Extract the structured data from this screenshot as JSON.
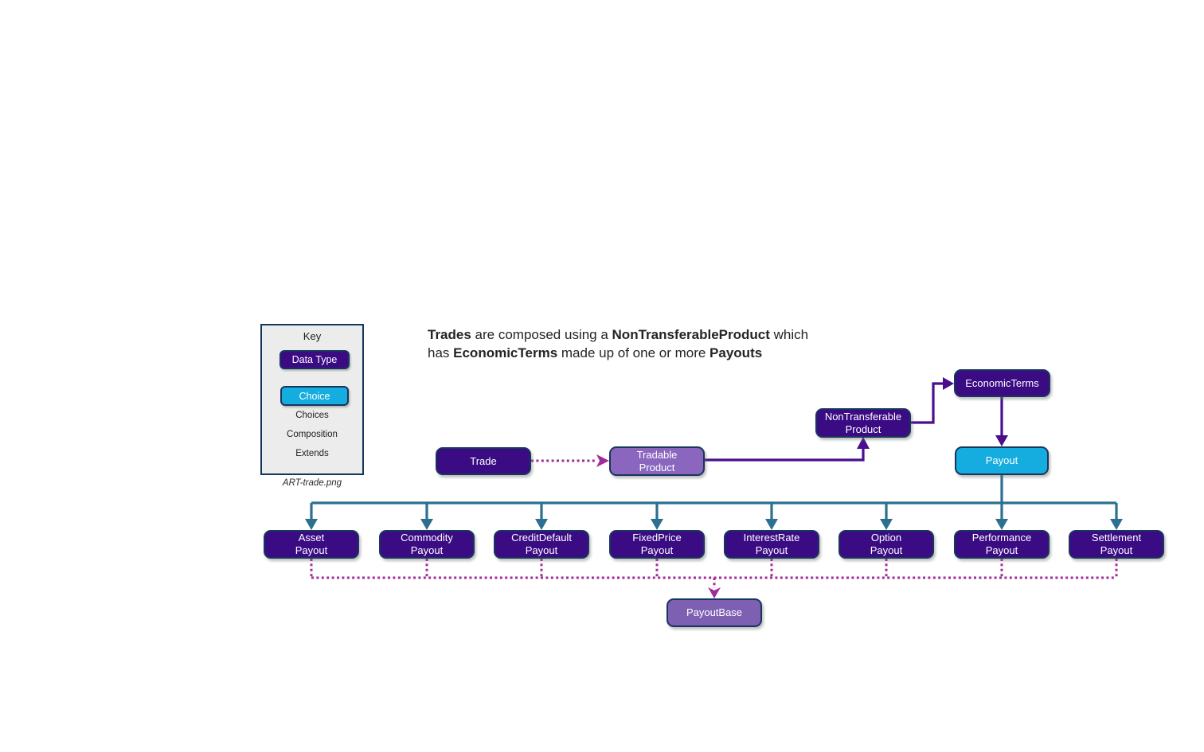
{
  "colors": {
    "dark_purple": "#3A0B83",
    "cyan": "#15ACE0",
    "light_purple": "#8A66BF",
    "payout_base_purple": "#7E60B2",
    "teal": "#2B6F91",
    "purple_arrow": "#4A0E8F",
    "magenta": "#A22B98",
    "box_border": "#17365D",
    "key_bg": "#ECECEC"
  },
  "key": {
    "title": "Key",
    "data_type_label": "Data Type",
    "choice_label": "Choice",
    "choices_label": "Choices",
    "composition_label": "Composition",
    "extends_label": "Extends",
    "caption": "ART-trade.png"
  },
  "headline": {
    "line1": [
      {
        "text": "Trades",
        "bold": true
      },
      {
        "text": " are composed using a ",
        "bold": false
      },
      {
        "text": "NonTransferableProduct",
        "bold": true
      },
      {
        "text": " which",
        "bold": false
      }
    ],
    "line2": [
      {
        "text": "has ",
        "bold": false
      },
      {
        "text": "EconomicTerms",
        "bold": true
      },
      {
        "text": " made up of one or more ",
        "bold": false
      },
      {
        "text": "Payouts",
        "bold": true
      }
    ]
  },
  "diagram": {
    "nodes": {
      "trade": {
        "label": "Trade"
      },
      "tradable_product": {
        "line1": "Tradable",
        "line2": "Product"
      },
      "non_transferable_product": {
        "line1": "NonTransferable",
        "line2": "Product"
      },
      "economic_terms": {
        "label": "EconomicTerms"
      },
      "payout": {
        "label": "Payout"
      },
      "payout_base": {
        "label": "PayoutBase"
      }
    },
    "payout_types": [
      {
        "line1": "Asset",
        "line2": "Payout"
      },
      {
        "line1": "Commodity",
        "line2": "Payout"
      },
      {
        "line1": "CreditDefault",
        "line2": "Payout"
      },
      {
        "line1": "FixedPrice",
        "line2": "Payout"
      },
      {
        "line1": "InterestRate",
        "line2": "Payout"
      },
      {
        "line1": "Option",
        "line2": "Payout"
      },
      {
        "line1": "Performance",
        "line2": "Payout"
      },
      {
        "line1": "Settlement",
        "line2": "Payout"
      }
    ]
  }
}
